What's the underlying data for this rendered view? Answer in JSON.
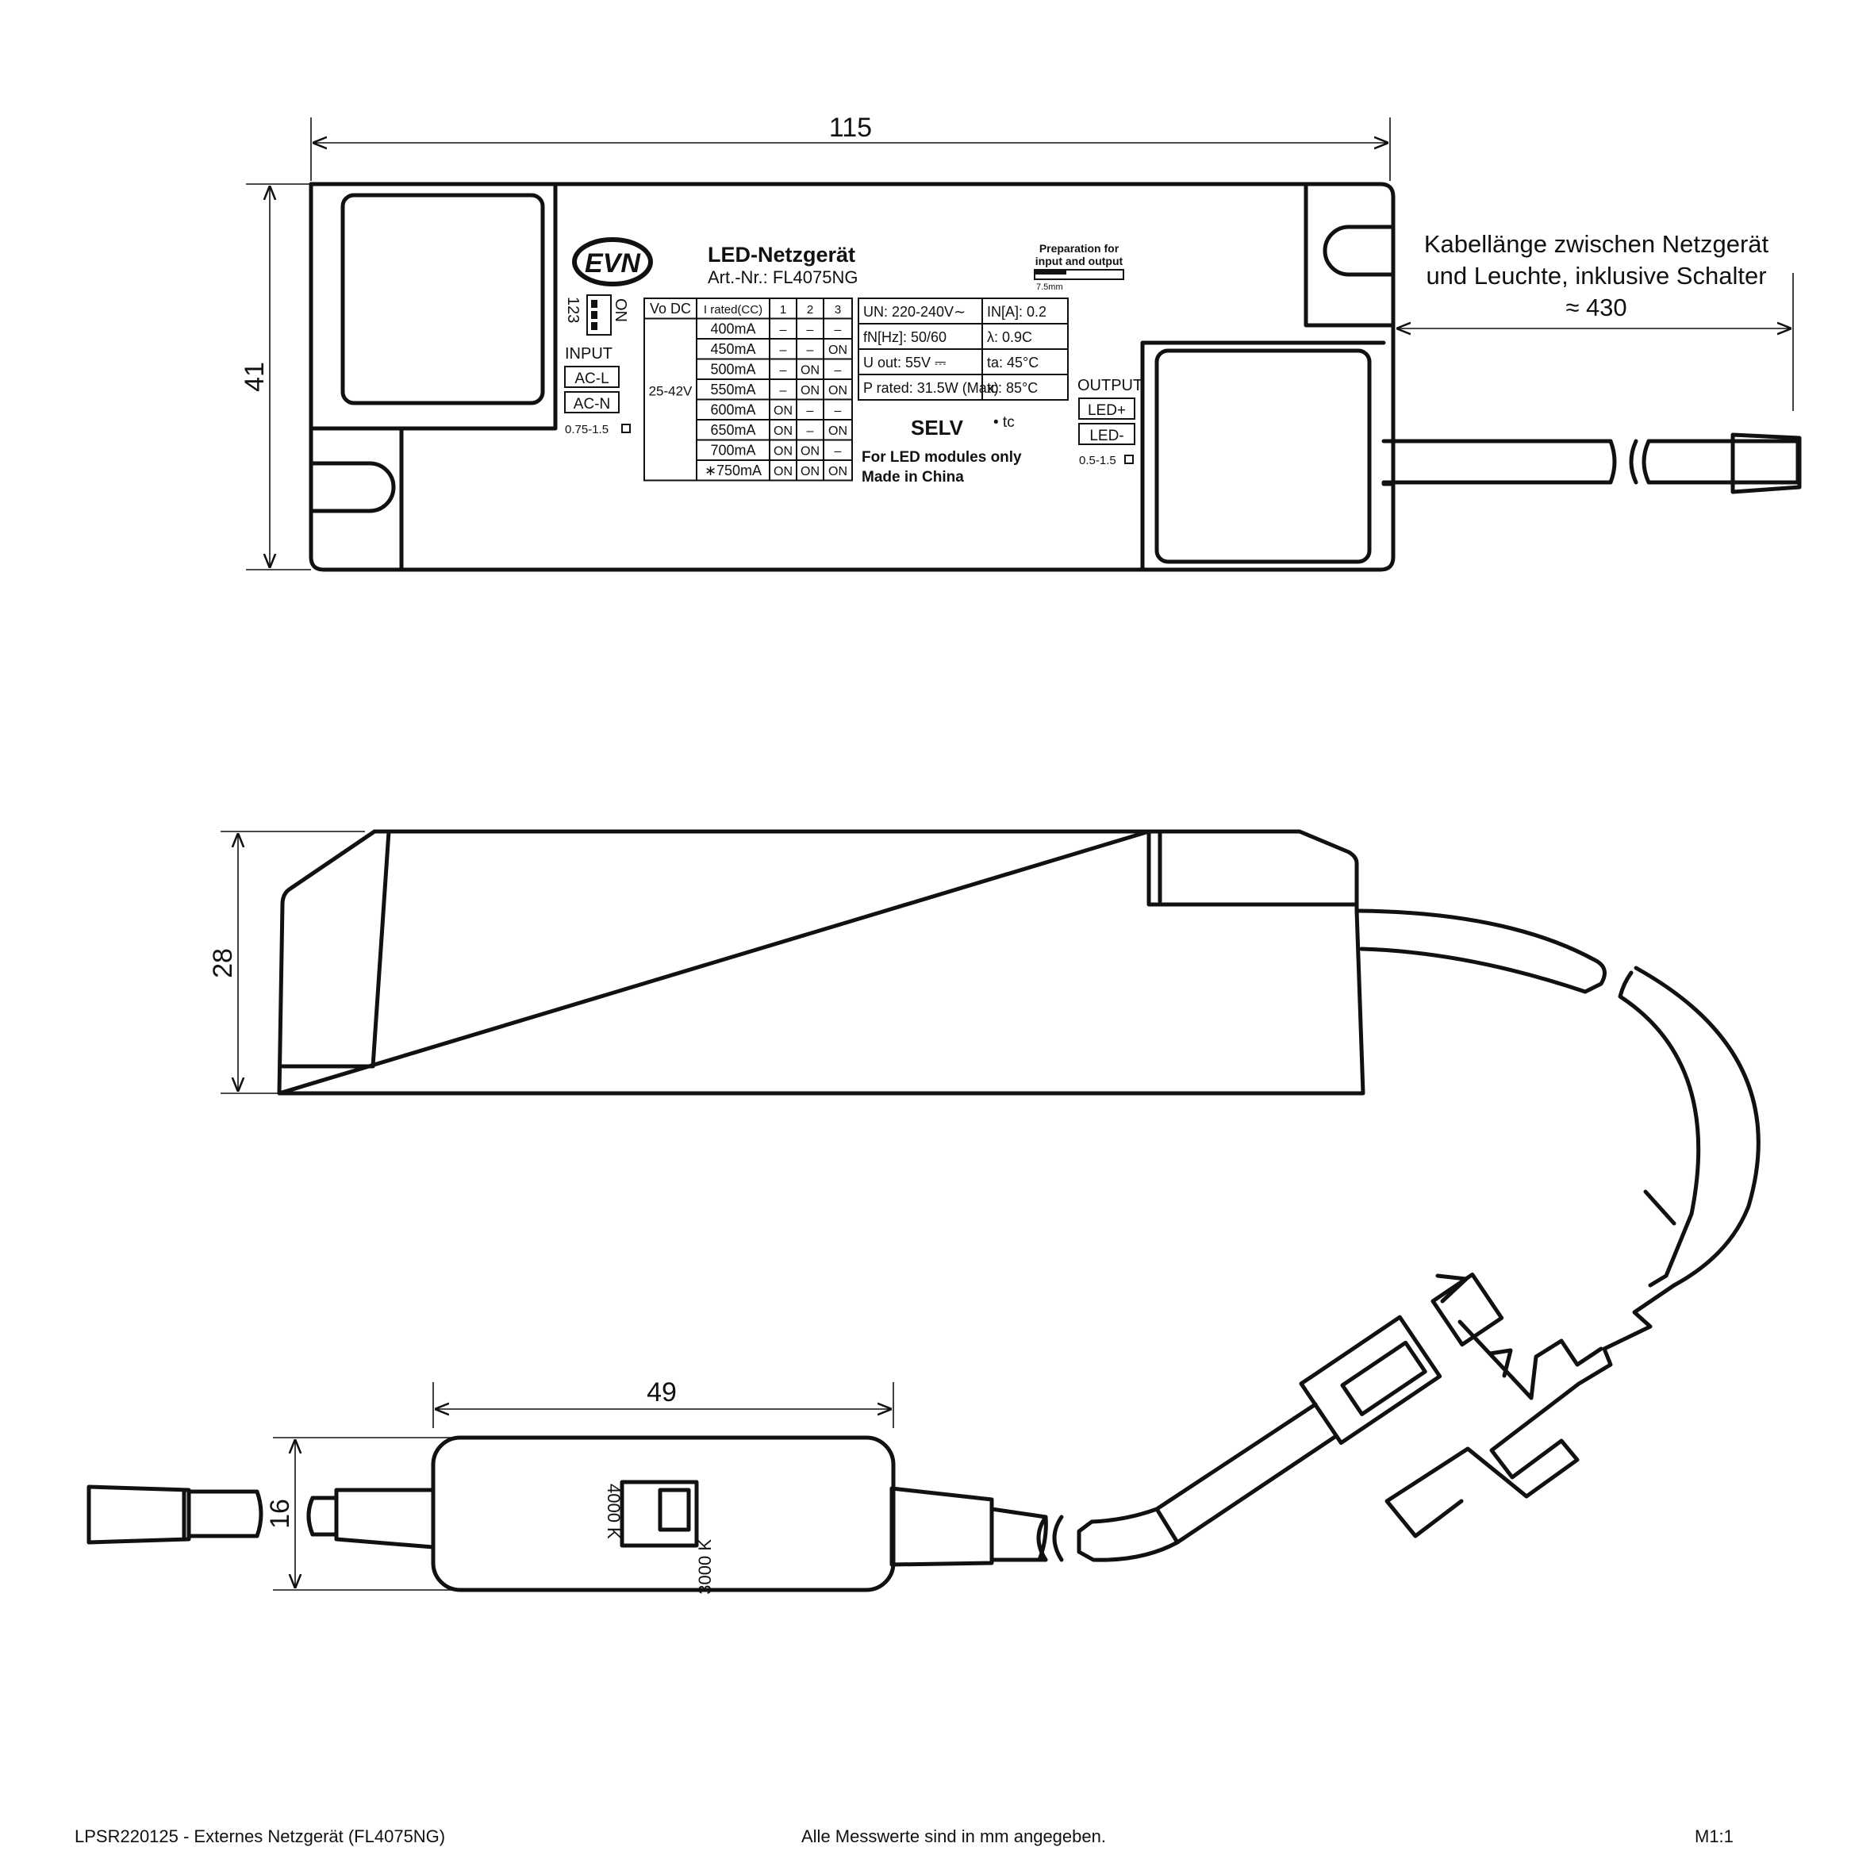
{
  "dimensions": {
    "top_width": "115",
    "top_height": "41",
    "cable_note_line1": "Kabellänge zwischen Netzgerät",
    "cable_note_line2": "und Leuchte, inklusive Schalter",
    "cable_length": "≈ 430",
    "side_height": "28",
    "switch_width": "49",
    "switch_height": "16"
  },
  "label": {
    "logo": "EVN",
    "title": "LED-Netzgerät",
    "art_nr": "Art.-Nr.: FL4075NG",
    "prep_line1": "Preparation for",
    "prep_line2": "input and output",
    "prep_len": "7.5mm",
    "dip_on": "ON",
    "dip_nums": "123",
    "input_title": "INPUT",
    "ac_l": "AC-L",
    "ac_n": "AC-N",
    "input_wire": "0.75-1.5",
    "output_title": "OUTPUT",
    "led_plus": "LED+",
    "led_minus": "LED-",
    "output_wire": "0.5-1.5",
    "table_head": [
      "Vo DC",
      "I rated(CC)",
      "1",
      "2",
      "3"
    ],
    "voltage_range": "25-42V",
    "rows": [
      [
        "400mA",
        "–",
        "–",
        "–"
      ],
      [
        "450mA",
        "–",
        "–",
        "ON"
      ],
      [
        "500mA",
        "–",
        "ON",
        "–"
      ],
      [
        "550mA",
        "–",
        "ON",
        "ON"
      ],
      [
        "600mA",
        "ON",
        "–",
        "–"
      ],
      [
        "650mA",
        "ON",
        "–",
        "ON"
      ],
      [
        "700mA",
        "ON",
        "ON",
        "–"
      ],
      [
        "∗750mA",
        "ON",
        "ON",
        "ON"
      ]
    ],
    "spec_rows": [
      [
        "UN: 220-240V∼",
        "IN[A]: 0.2"
      ],
      [
        "fN[Hz]:    50/60",
        "λ:       0.9C"
      ],
      [
        "U out:    55V ⎓",
        "ta:      45°C"
      ],
      [
        "P rated: 31.5W (Max)",
        "tc:      85°C"
      ]
    ],
    "selv": "SELV",
    "tc": "• tc",
    "modules": "For LED modules only",
    "made_in": "Made in China"
  },
  "switch": {
    "left_temp": "4000 K",
    "right_temp": "3000 K"
  },
  "footer": {
    "left": "LPSR220125 - Externes Netzgerät (FL4075NG)",
    "center": "Alle Messwerte sind in mm angegeben.",
    "right": "M1:1"
  }
}
